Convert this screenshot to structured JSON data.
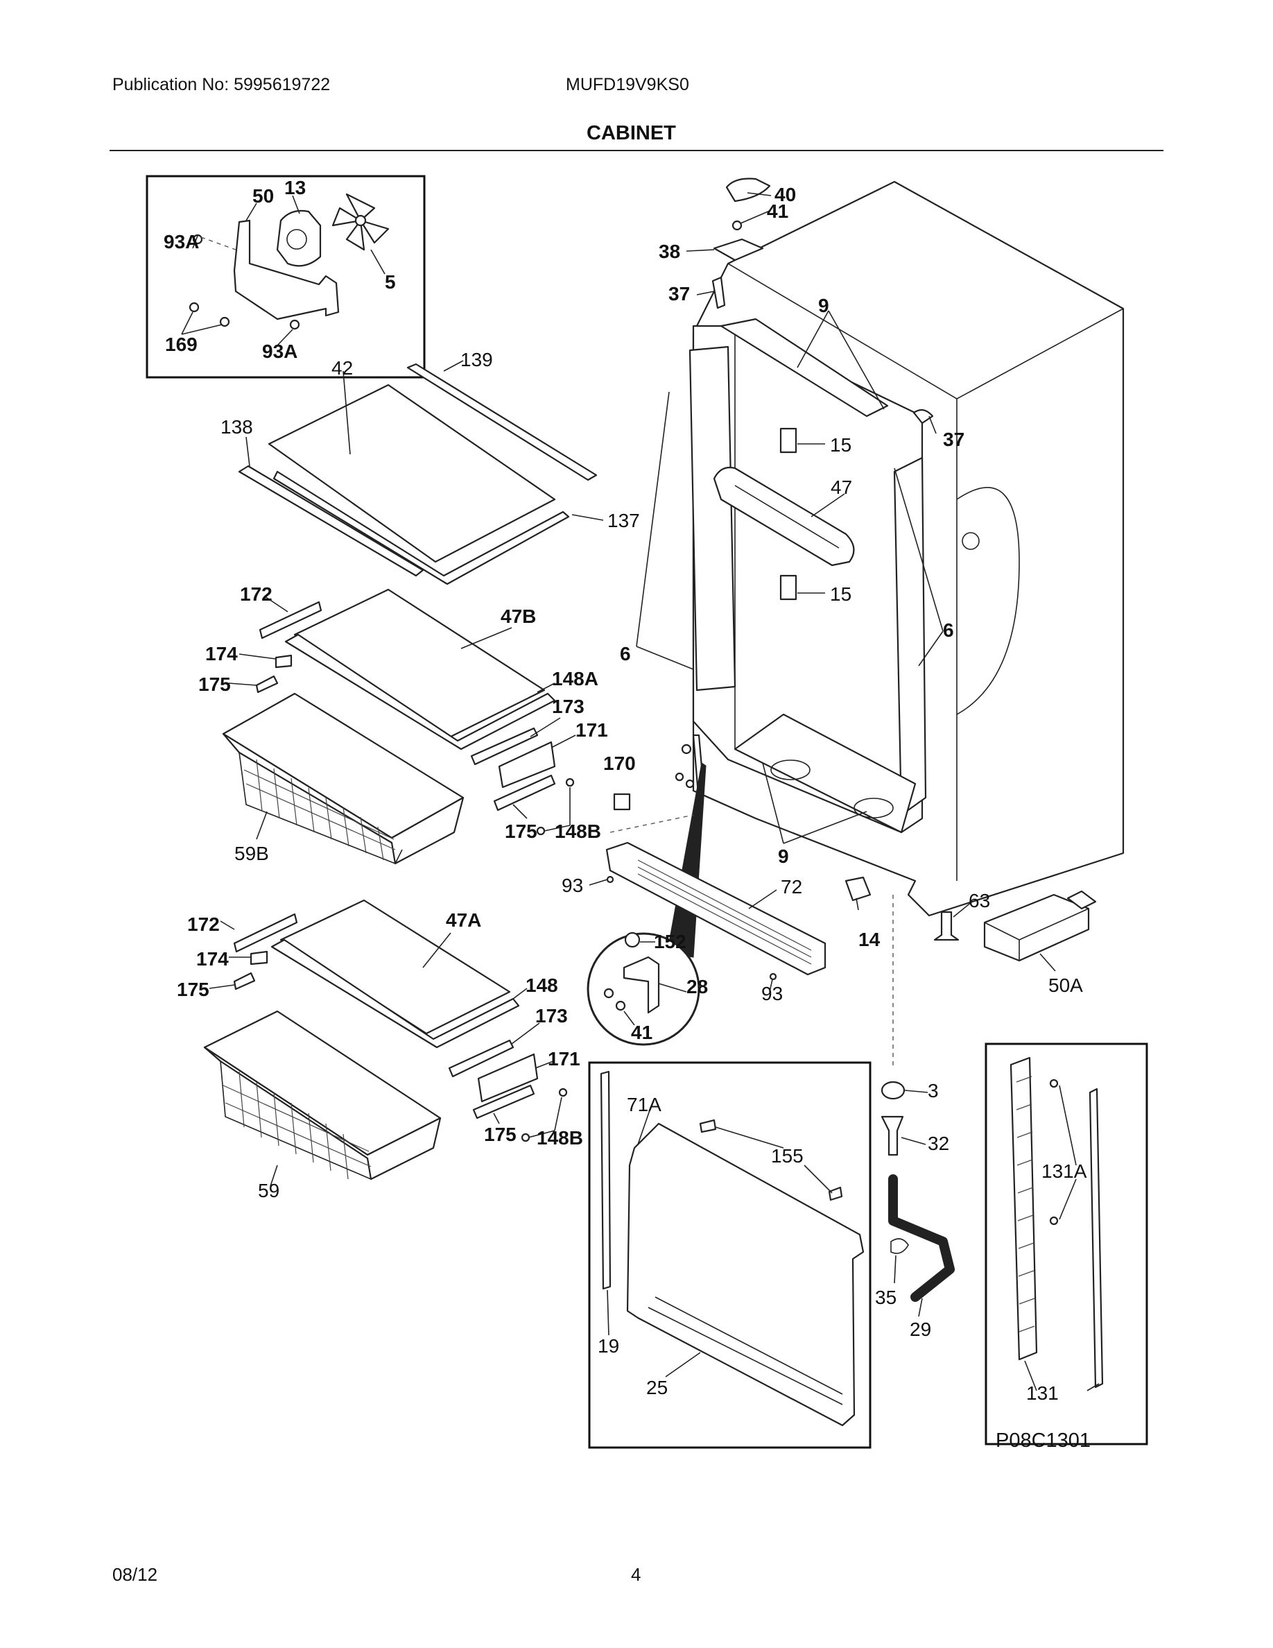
{
  "header": {
    "publication": "Publication No: 5995619722",
    "model": "MUFD19V9KS0",
    "title": "CABINET"
  },
  "labels": {
    "l50": "50",
    "l13": "13",
    "l93A_1": "93A",
    "l5": "5",
    "l169": "169",
    "l93A_2": "93A",
    "l40": "40",
    "l41": "41",
    "l38": "38",
    "l37a": "37",
    "l9a": "9",
    "l37b": "37",
    "l15a": "15",
    "l47": "47",
    "l15b": "15",
    "l6a": "6",
    "l6b": "6",
    "l42": "42",
    "l139": "139",
    "l138": "138",
    "l137": "137",
    "l172a": "172",
    "l47B": "47B",
    "l174a": "174",
    "l175a": "175",
    "l148A": "148A",
    "l173a": "173",
    "l171a": "171",
    "l170": "170",
    "l175b": "175",
    "l148Ba": "148B",
    "l59B": "59B",
    "l9b": "9",
    "l93a": "93",
    "l72": "72",
    "l14": "14",
    "l63": "63",
    "l50A": "50A",
    "l152": "152",
    "l28": "28",
    "l41b": "41",
    "l93b": "93",
    "l172b": "172",
    "l47A": "47A",
    "l174b": "174",
    "l175c": "175",
    "l148": "148",
    "l173b": "173",
    "l171b": "171",
    "l175d": "175",
    "l148Bb": "148B",
    "l59": "59",
    "l71A": "71A",
    "l155": "155",
    "l19": "19",
    "l25": "25",
    "l3": "3",
    "l32": "32",
    "l35": "35",
    "l29": "29",
    "l131A": "131A",
    "l131": "131"
  },
  "figure_code": "P08C1301",
  "footer": {
    "date": "08/12",
    "page": "4"
  }
}
